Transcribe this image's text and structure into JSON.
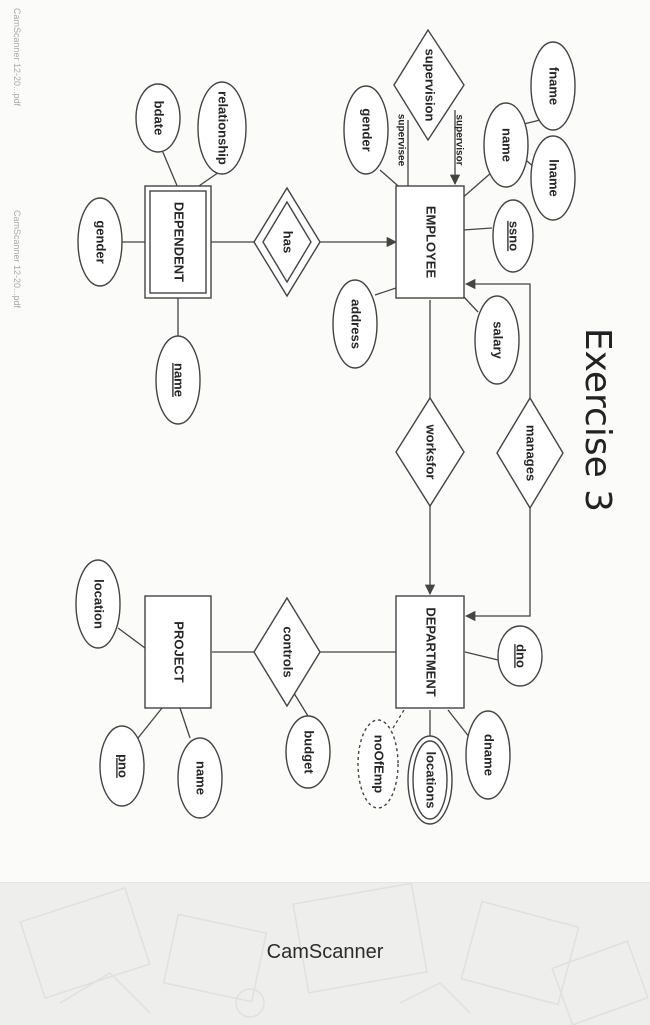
{
  "title": "Exercise 3",
  "entities": {
    "employee": "EMPLOYEE",
    "department": "DEPARTMENT",
    "project": "PROJECT",
    "dependent": "DEPENDENT"
  },
  "relationships": {
    "supervision": "supervision",
    "has": "has",
    "worksfor": "worksfor",
    "manages": "manages",
    "controls": "controls"
  },
  "roles": {
    "supervisor": "supervisor",
    "supervisee": "supervisee"
  },
  "attributes": {
    "fname": "fname",
    "name": "name",
    "lname": "lname",
    "ssno": "ssno",
    "gender": "gender",
    "address": "address",
    "salary": "salary",
    "dno": "dno",
    "dname": "dname",
    "locations": "locations",
    "noOfEmp": "noOfEmp",
    "budget": "budget",
    "project_name": "name",
    "pno": "pno",
    "location": "location",
    "relationship": "relationship",
    "bdate": "bdate",
    "dependent_gender": "gender",
    "dependent_name": "name"
  },
  "scan_marks": {
    "left_1": "CamScanner 12-20...pdf",
    "left_2": "CamScanner 12-20...pdf"
  },
  "footer": {
    "app_name": "CamScanner"
  }
}
